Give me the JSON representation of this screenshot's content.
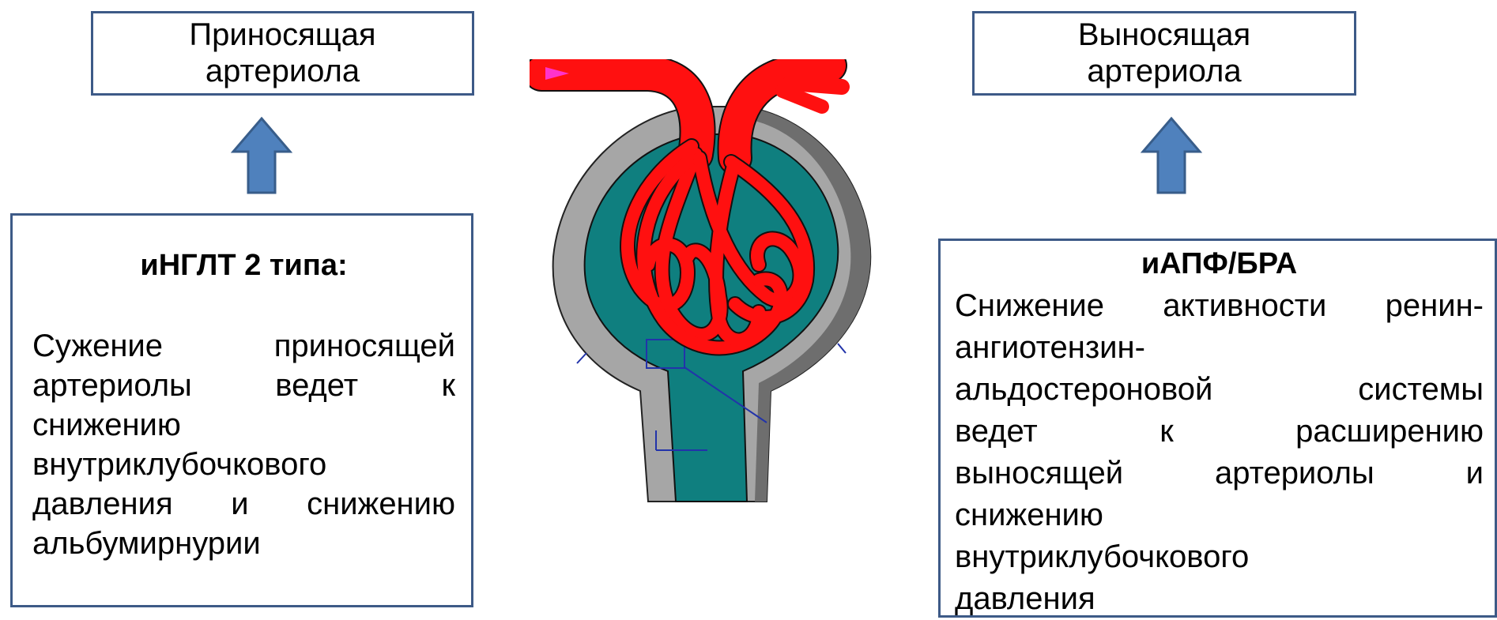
{
  "afferent": {
    "line1": "Приносящая",
    "line2": "артериола"
  },
  "efferent": {
    "line1": "Выносящая",
    "line2": "артериола"
  },
  "left_panel": {
    "heading": "иНГЛТ 2 типа:",
    "lines": [
      "Сужение приносящей",
      "артериолы ведет к",
      "снижению",
      "внутриклубочкового",
      "давления и снижению",
      "альбумирнурии"
    ]
  },
  "right_panel": {
    "heading": "иАПФ/БРА",
    "lines": [
      "Снижение активности ренин-",
      "ангиотензин-",
      "альдостероновой системы",
      "ведет к расширению",
      "выносящей артериолы и",
      "снижению",
      "внутриклубочкового",
      "давления"
    ]
  },
  "colors": {
    "box_border": "#3d5a87",
    "arrow_fill": "#4f81bd",
    "arrow_stroke": "#385d8a",
    "vessel_red": "#ff1010",
    "capsule_teal": "#0f7f7f",
    "capsule_gray": "#a6a6a6"
  }
}
